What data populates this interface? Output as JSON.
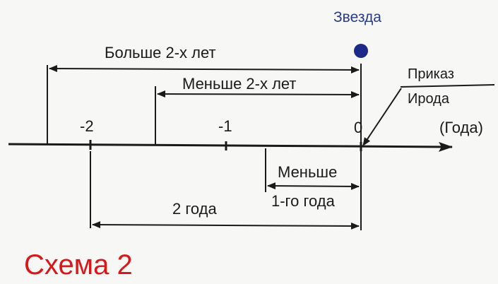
{
  "star_label": "Звезда",
  "ranges": {
    "more_than_2": "Больше 2-х лет",
    "less_than_2": "Меньше 2-х лет",
    "less_than_1_line1": "Меньше",
    "less_than_1_line2": "1-го года",
    "two_years": "2 года"
  },
  "axis": {
    "ticks": [
      "-2",
      "-1",
      "0"
    ],
    "unit_label": "(Года)"
  },
  "decree": {
    "line1": "Приказ",
    "line2": "Ирода"
  },
  "caption": "Схема 2",
  "colors": {
    "ink": "#1a1a1a",
    "star": "#1e2a8a",
    "caption": "#d81818",
    "star_label": "#2a3a8c"
  }
}
